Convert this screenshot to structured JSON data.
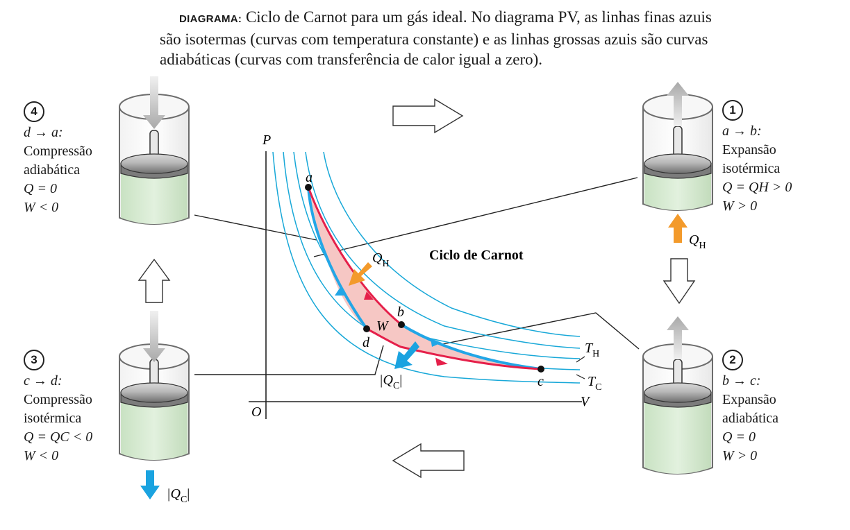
{
  "caption": {
    "tag": "DIAGRAMA:",
    "text_line1": "Ciclo de Carnot para um gás ideal. No diagrama PV, as linhas finas azuis",
    "text_line2": "são isotermas (curvas com temperatura constante) e as linhas grossas azuis são curvas",
    "text_line3": "adiabáticas (curvas com transferência de calor igual a zero)."
  },
  "graph": {
    "title": "Ciclo de Carnot",
    "axis_p": "P",
    "axis_v": "V",
    "origin": "O",
    "point_a": "a",
    "point_b": "b",
    "point_c": "c",
    "point_d": "d",
    "work": "W",
    "qh": "Q",
    "qh_sub": "H",
    "qc": "|Q",
    "qc_sub": "C",
    "qc_end": "|",
    "th": "T",
    "th_sub": "H",
    "tc": "T",
    "tc_sub": "C"
  },
  "stages": [
    {
      "number": "1",
      "process": "a → b:",
      "name1": "Expansão",
      "name2": "isotérmica",
      "q": "Q = QH > 0",
      "w": "W > 0"
    },
    {
      "number": "2",
      "process": "b → c:",
      "name1": "Expansão",
      "name2": "adiabática",
      "q": "Q = 0",
      "w": "W > 0"
    },
    {
      "number": "3",
      "process": "c → d:",
      "name1": "Compressão",
      "name2": "isotérmica",
      "q": "Q = QC < 0",
      "w": "W < 0"
    },
    {
      "number": "4",
      "process": "d → a:",
      "name1": "Compressão",
      "name2": "adiabática",
      "q": "Q = 0",
      "w": "W < 0"
    }
  ],
  "cylinders": {
    "stage1_heat": "Q",
    "stage1_heat_sub": "H",
    "stage3_heat": "|Q",
    "stage3_heat_sub": "C",
    "stage3_heat_end": "|"
  },
  "colors": {
    "isotherm": "#18a8d8",
    "adiabat": "#22a6e6",
    "cycle_path": "#e5204a",
    "cycle_fill": "#f6c7c4",
    "heat_in": "#f39a2b",
    "heat_out": "#1aa3e0",
    "gas": "#d5ead0"
  }
}
